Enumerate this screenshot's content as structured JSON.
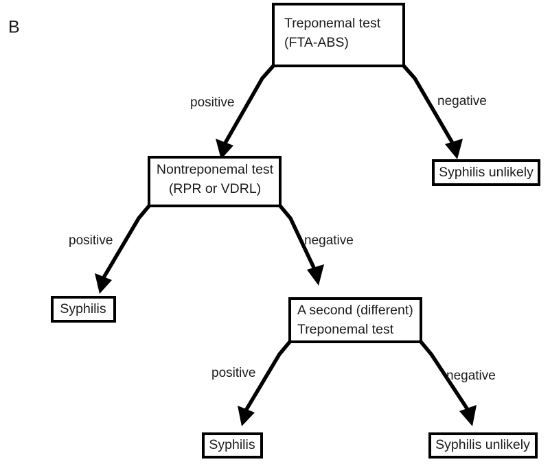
{
  "figure": {
    "panel_label": "B",
    "colors": {
      "background": "#ffffff",
      "stroke": "#000000",
      "text": "#1a1a1a"
    }
  },
  "nodes": {
    "treponemal_test": {
      "line1": "Treponemal test",
      "line2": "(FTA-ABS)"
    },
    "nontreponemal_test": {
      "line1": "Nontreponemal test",
      "line2": "(RPR or VDRL)"
    },
    "second_treponemal_test": {
      "line1": "A second (different)",
      "line2": "Treponemal test"
    },
    "syphilis_unlikely_top": {
      "label": "Syphilis unlikely"
    },
    "syphilis_left": {
      "label": "Syphilis"
    },
    "syphilis_bottom": {
      "label": "Syphilis"
    },
    "syphilis_unlikely_bottom": {
      "label": "Syphilis unlikely"
    }
  },
  "edge_labels": {
    "level1_positive": "positive",
    "level1_negative": "negative",
    "level2_positive": "positive",
    "level2_negative": "negative",
    "level3_positive": "positive",
    "level3_negative": "negative"
  }
}
